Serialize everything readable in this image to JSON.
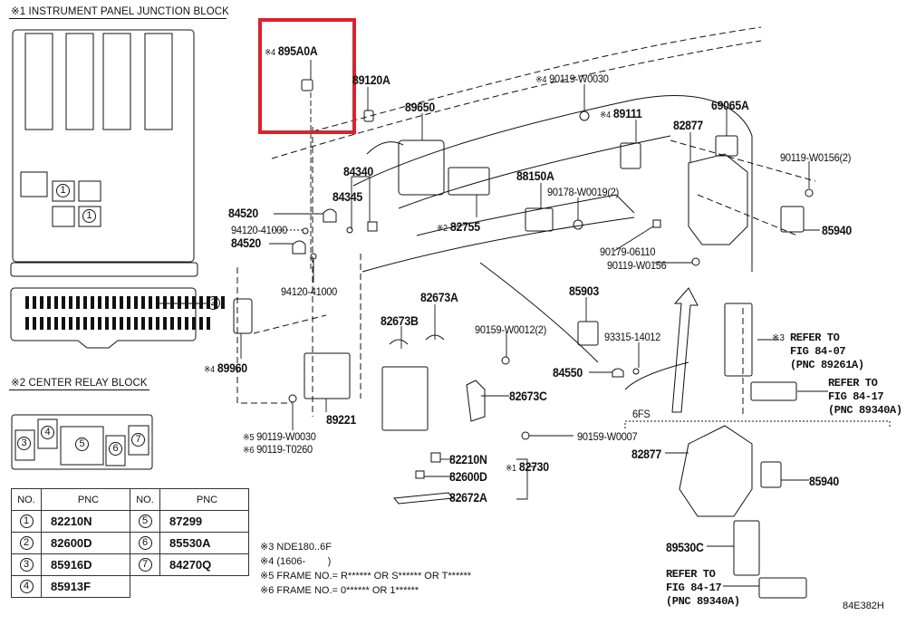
{
  "diagram": {
    "title": "Instrument panel wiring / relay parts diagram",
    "figure_code": "84E382H",
    "highlight_color": "#e0202a",
    "highlighted_part": "895A0A"
  },
  "left_panel": {
    "junction_block_title": "※1 INSTRUMENT PANEL JUNCTION BLOCK",
    "junction_block_callouts": [
      "1",
      "1"
    ],
    "connector_callout": "2",
    "relay_block_title": "※2 CENTER RELAY BLOCK",
    "relay_block_callouts": [
      "3",
      "4",
      "5",
      "6",
      "7"
    ]
  },
  "pnc_table": {
    "headers": [
      "NO.",
      "PNC",
      "NO.",
      "PNC"
    ],
    "rows": [
      {
        "no_a": "1",
        "pnc_a": "82210N",
        "no_b": "5",
        "pnc_b": "87299"
      },
      {
        "no_a": "2",
        "pnc_a": "82600D",
        "no_b": "6",
        "pnc_b": "85530A"
      },
      {
        "no_a": "3",
        "pnc_a": "85916D",
        "no_b": "7",
        "pnc_b": "84270Q"
      },
      {
        "no_a": "4",
        "pnc_a": "85913F",
        "no_b": "",
        "pnc_b": ""
      }
    ]
  },
  "parts": {
    "p895A0A": {
      "note": "※4",
      "label": "895A0A"
    },
    "p89120A": {
      "label": "89120A"
    },
    "p89650": {
      "label": "89650"
    },
    "p90119_W0030_top": {
      "note": "※4",
      "label": "90119-W0030"
    },
    "p89111": {
      "note": "※4",
      "label": "89111"
    },
    "p69065A": {
      "label": "69065A"
    },
    "p82877": {
      "label": "82877"
    },
    "p90119_W0156_2": {
      "label": "90119-W0156(2)"
    },
    "p84340": {
      "label": "84340"
    },
    "p84345": {
      "label": "84345"
    },
    "p88150A": {
      "label": "88150A"
    },
    "p90178_W0019": {
      "label": "90178-W0019(2)"
    },
    "p84520_a": {
      "label": "84520"
    },
    "p94120_a": {
      "label": "94120-41000"
    },
    "p84520_b": {
      "label": "84520"
    },
    "p82755": {
      "note": "※2",
      "label": "82755"
    },
    "p85940": {
      "label": "85940"
    },
    "p90179_06110": {
      "label": "90179-06110"
    },
    "p90119_W0156": {
      "label": "90119-W0156"
    },
    "p94120_b": {
      "label": "94120-41000"
    },
    "p82673A": {
      "label": "82673A"
    },
    "p85903": {
      "label": "85903"
    },
    "p82673B": {
      "label": "82673B"
    },
    "p90159_W0012": {
      "label": "90159-W0012(2)"
    },
    "p93315_14012": {
      "label": "93315-14012"
    },
    "p89960": {
      "note": "※4",
      "label": "89960"
    },
    "p84550": {
      "label": "84550"
    },
    "p89221": {
      "label": "89221"
    },
    "p82673C": {
      "label": "82673C"
    },
    "p90119_W0030_bot": {
      "note": "※5",
      "label": "90119-W0030"
    },
    "p90119_T0260": {
      "note": "※6",
      "label": "90119-T0260"
    },
    "p90159_W0007": {
      "label": "90159-W0007"
    },
    "p82210N": {
      "label": "82210N"
    },
    "p82730": {
      "note": "※1",
      "label": "82730"
    },
    "p82600D": {
      "label": "82600D"
    },
    "p82672A": {
      "label": "82672A"
    },
    "p82877_6fs": {
      "label": "82877"
    },
    "p85940_6fs": {
      "label": "85940"
    },
    "p89530C": {
      "label": "89530C"
    }
  },
  "refer": {
    "r1": {
      "note": "※3",
      "text": "REFER TO\nFIG 84-07\n(PNC 89261A)"
    },
    "r2": {
      "text": "REFER TO\nFIG 84-17\n(PNC 89340A)"
    },
    "r3": {
      "text": "REFER TO\nFIG 84-17\n(PNC 89340A)"
    }
  },
  "variant_box_label": "6FS",
  "footnotes": [
    "※3 NDE180..6F",
    "※4 (1606-        )",
    "※5 FRAME NO.= R****** OR S****** OR T******",
    "※6 FRAME NO.= 0****** OR 1******"
  ]
}
